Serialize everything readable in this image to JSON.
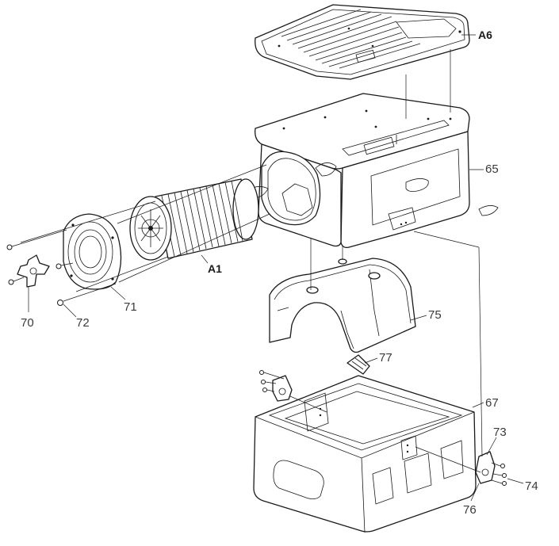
{
  "labels": {
    "a6": "A6",
    "p65": "65",
    "a1": "A1",
    "p71": "71",
    "p70": "70",
    "p72": "72",
    "p75": "75",
    "p77": "77",
    "p67": "67",
    "p73": "73",
    "p74": "74",
    "p76": "76"
  }
}
